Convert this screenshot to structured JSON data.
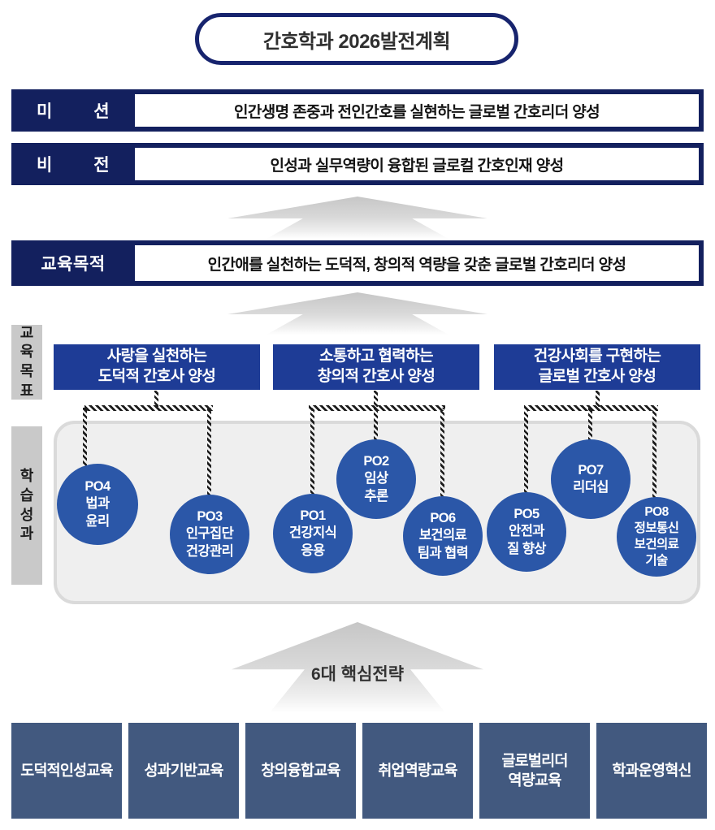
{
  "title": "간호학과 2026발전계획",
  "mission": {
    "label": "미 션",
    "text": "인간생명 존중과 전인간호를 실현하는 글로벌 간호리더 양성"
  },
  "vision": {
    "label": "비 전",
    "text": "인성과 실무역량이 융합된 글로컬 간호인재 양성"
  },
  "purpose": {
    "label": "교육목적",
    "text": "인간애를 실천하는 도덕적, 창의적 역량을 갖춘 글로벌 간호리더 양성"
  },
  "goals": {
    "side_label": "교육목표",
    "items": [
      {
        "line1": "사랑을 실천하는",
        "line2": "도덕적 간호사 양성"
      },
      {
        "line1": "소통하고 협력하는",
        "line2": "창의적 간호사 양성"
      },
      {
        "line1": "건강사회를 구현하는",
        "line2": "글로벌 간호사 양성"
      }
    ]
  },
  "outcomes": {
    "side_label": "학습성과",
    "items": [
      {
        "code": "PO4",
        "lines": [
          "법과",
          "윤리"
        ]
      },
      {
        "code": "PO3",
        "lines": [
          "인구집단",
          "건강관리"
        ]
      },
      {
        "code": "PO1",
        "lines": [
          "건강지식",
          "응용"
        ]
      },
      {
        "code": "PO2",
        "lines": [
          "임상",
          "추론"
        ]
      },
      {
        "code": "PO6",
        "lines": [
          "보건의료",
          "팀과 협력"
        ]
      },
      {
        "code": "PO5",
        "lines": [
          "안전과",
          "질 향상"
        ]
      },
      {
        "code": "PO7",
        "lines": [
          "리더십"
        ]
      },
      {
        "code": "PO8",
        "lines": [
          "정보통신",
          "보건의료",
          "기술"
        ]
      }
    ]
  },
  "strategy": {
    "arrow_label": "6대 핵심전략",
    "items": [
      {
        "line1": "도덕적인성교육"
      },
      {
        "line1": "성과기반교육"
      },
      {
        "line1": "창의융합교육"
      },
      {
        "line1": "취업역량교육"
      },
      {
        "line1": "글로벌리더",
        "line2": "역량교육"
      },
      {
        "line1": "학과운영혁신"
      }
    ]
  },
  "colors": {
    "navy": "#13205e",
    "title_border_navy": "#17246e",
    "goal_blue": "#1e3c96",
    "circle_blue": "#2b57a8",
    "strategy_slate_blue": "#42597f",
    "side_label_gray": "#c9c9c9",
    "panel_gray": "#efefef",
    "arrow_gray": "#c6c6c6"
  }
}
